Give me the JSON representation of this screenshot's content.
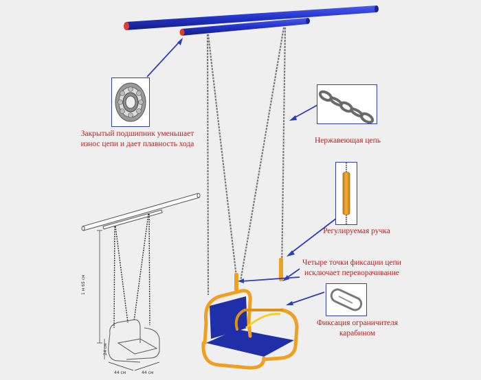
{
  "labels": {
    "bearing": [
      "Закрытый подшипник уменьшает",
      "износ цепи и дает плавность хода"
    ],
    "chain": "Нержавеющая цепь",
    "handle": "Регулируемая ручка",
    "fix_points": [
      "Четыре точки фиксации цепи",
      "исключает переворачивание"
    ],
    "carabiner": [
      "Фиксация ограничителя",
      "карабином"
    ]
  },
  "dimensions": {
    "height": "1 м 65 см",
    "seat_height": "24 см",
    "seat_depth": "44 см",
    "seat_width": "44 см"
  },
  "colors": {
    "beam": "#2332c8",
    "beam_cap": "#e23b2b",
    "seat_frame": "#f0a020",
    "seat_panel": "#1f2fa8",
    "label": "#c41a1a",
    "arrow": "#2a3fb8",
    "chain": "#8a8a8a"
  }
}
